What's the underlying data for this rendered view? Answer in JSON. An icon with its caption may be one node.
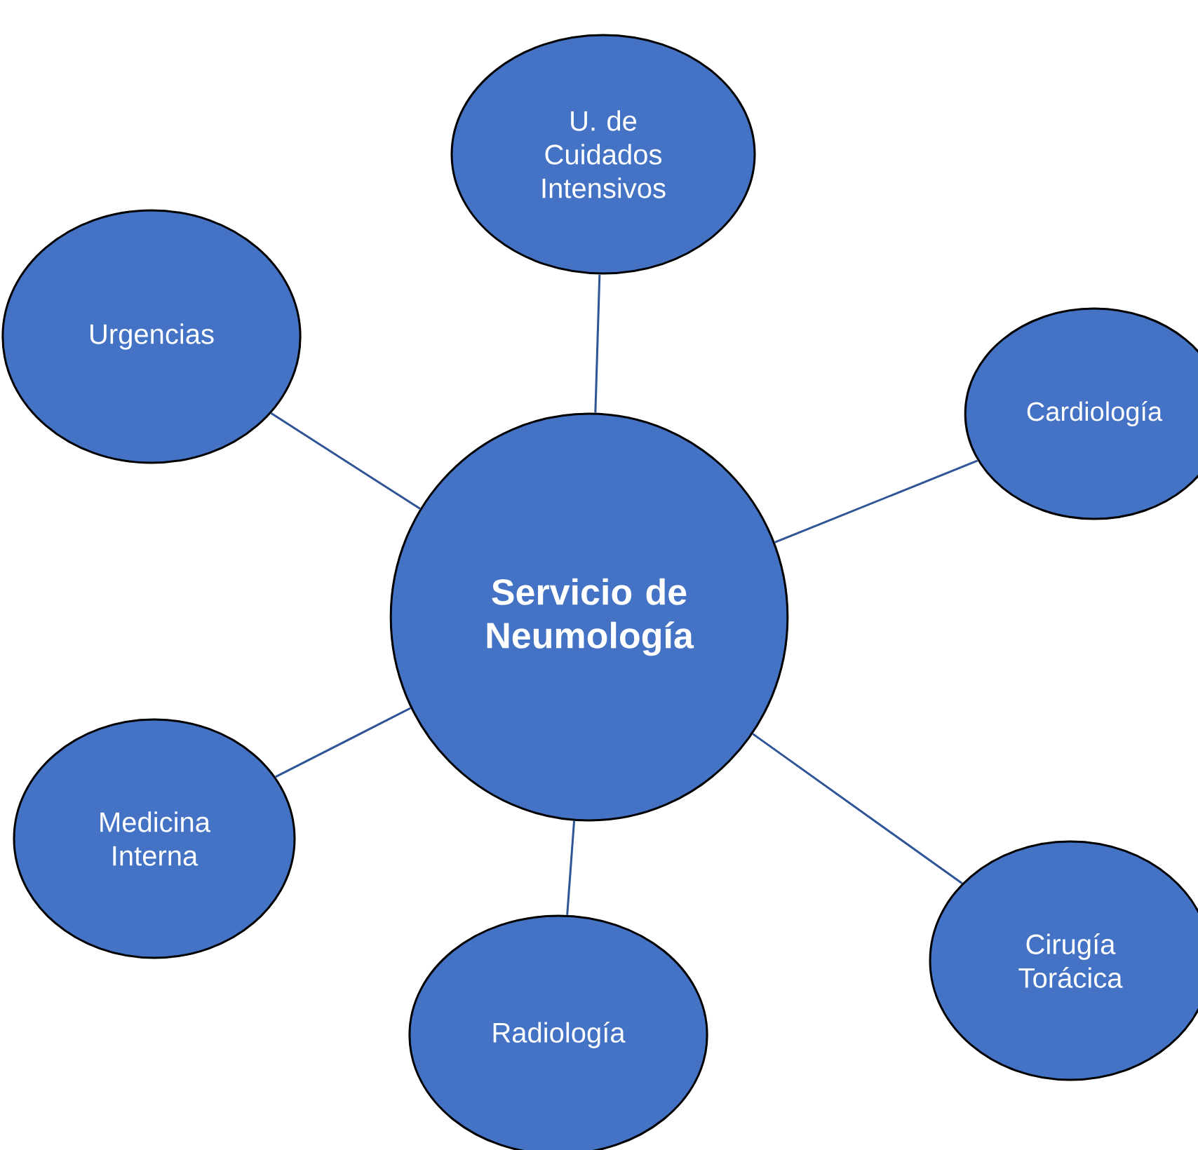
{
  "diagram": {
    "nodes": [
      {
        "text": [
          "Servicio de Neumología"
        ]
      },
      {
        "text": [
          "U. de Cuidados Intensivos"
        ]
      },
      {
        "text": [
          "Urgencias"
        ]
      },
      {
        "text": [
          "Cardiología"
        ]
      },
      {
        "text": [
          "Medicina Interna"
        ]
      },
      {
        "text": [
          "Radiología"
        ]
      },
      {
        "text": [
          "Cirugía Torácica"
        ]
      }
    ],
    "edges": [
      {
        "from": 0,
        "to": 1,
        "arrow": "none"
      },
      {
        "from": 0,
        "to": 2,
        "arrow": "none"
      },
      {
        "from": 0,
        "to": 3,
        "arrow": "none"
      },
      {
        "from": 0,
        "to": 4,
        "arrow": "none"
      },
      {
        "from": 0,
        "to": 5,
        "arrow": "none"
      },
      {
        "from": 0,
        "to": 6,
        "arrow": "none"
      }
    ]
  }
}
